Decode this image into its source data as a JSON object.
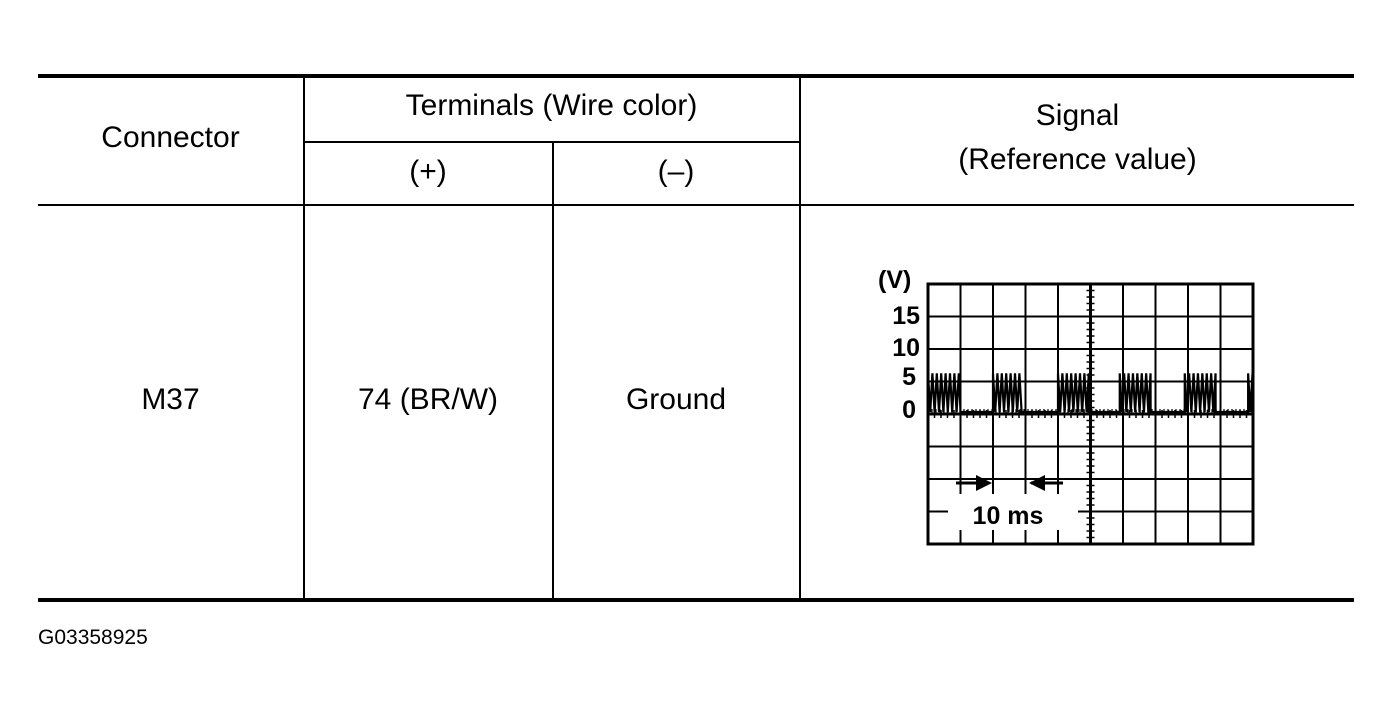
{
  "table": {
    "headers": {
      "connector": "Connector",
      "terminals": "Terminals (Wire color)",
      "plus": "(+)",
      "minus": "(–)",
      "signal_line1": "Signal",
      "signal_line2": "(Reference value)"
    },
    "rows": [
      {
        "connector": "M37",
        "plus": "74 (BR/W)",
        "minus": "Ground"
      }
    ]
  },
  "waveform": {
    "unit_label": "(V)",
    "y_ticks": [
      "15",
      "10",
      "5",
      "0"
    ],
    "time_label": "10 ms"
  },
  "footer": {
    "code": "G03358925"
  }
}
